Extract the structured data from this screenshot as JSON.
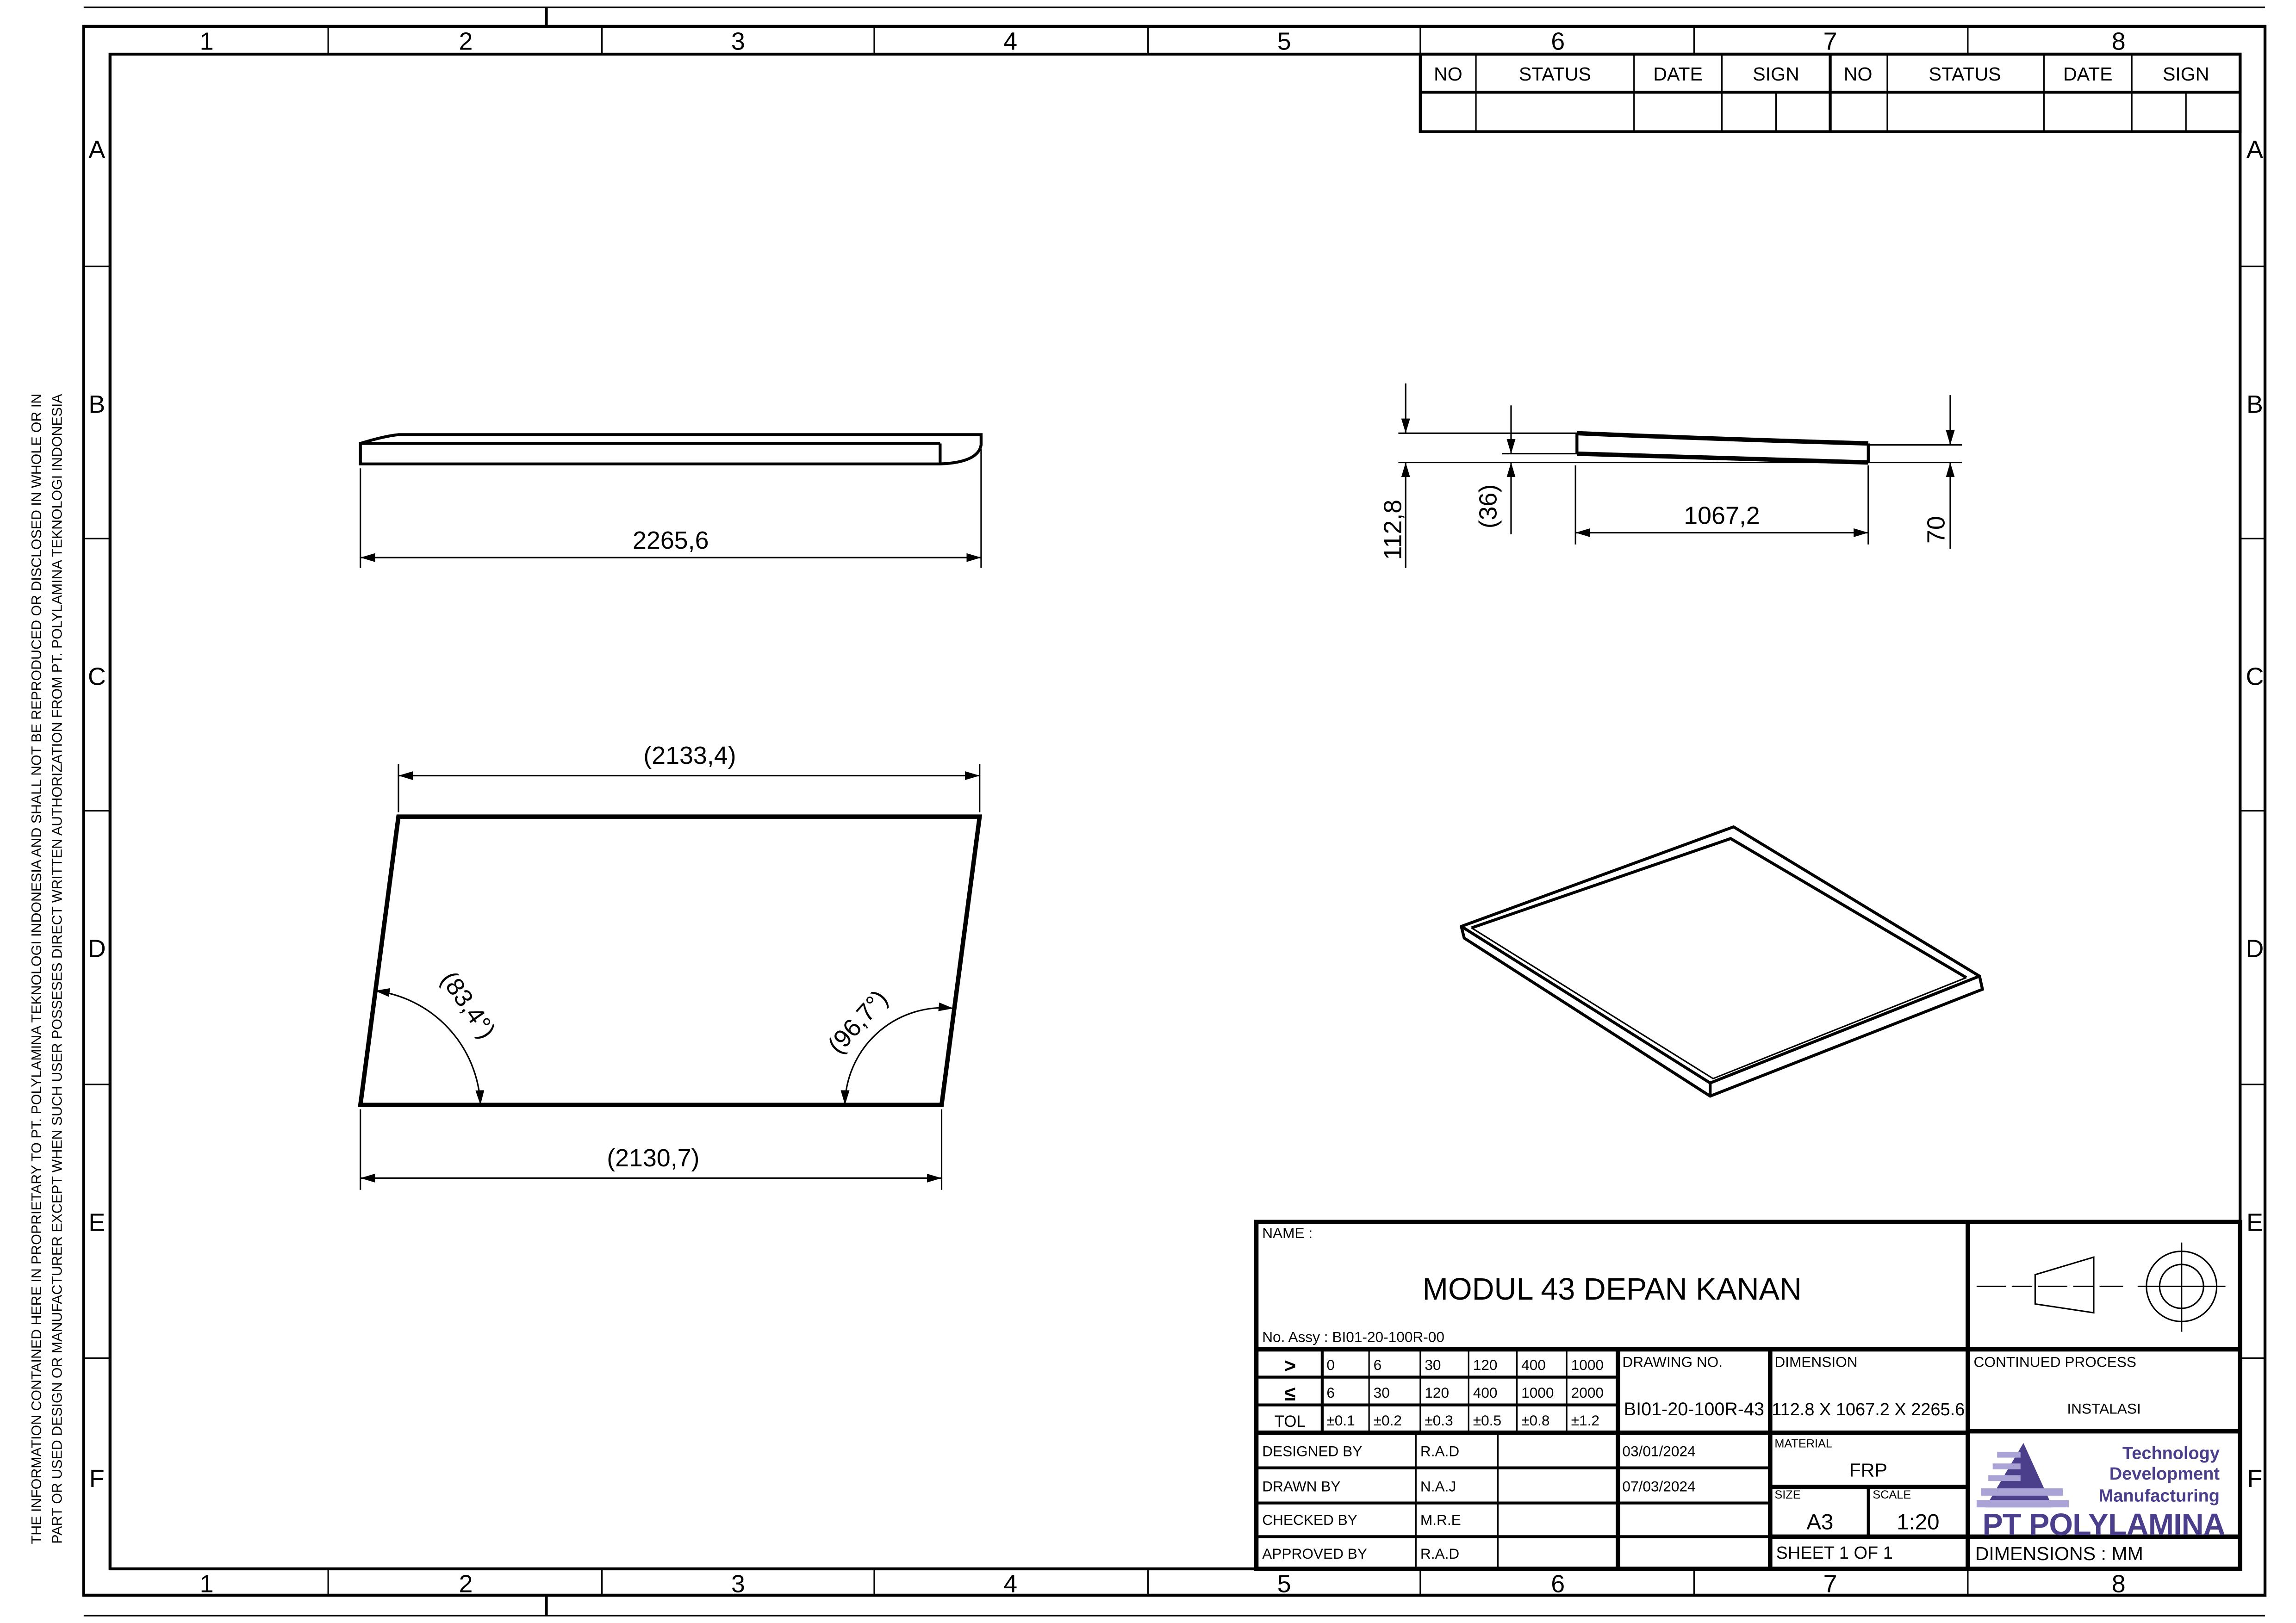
{
  "sheet": {
    "zone_columns": [
      "1",
      "2",
      "3",
      "4",
      "5",
      "6",
      "7",
      "8"
    ],
    "zone_rows": [
      "A",
      "B",
      "C",
      "D",
      "E",
      "F"
    ],
    "disclaimer_line1": "THE INFORMATION CONTAINED HERE IN PROPRIETARY TO PT. POLYLAMINA TEKNOLOGI INDONESIA AND SHALL NOT BE REPRODUCED OR DISCLOSED IN WHOLE OR IN",
    "disclaimer_line2": "PART OR USED DESIGN OR MANUFACTURER EXCEPT WHEN SUCH USER POSSESES DIRECT WRITTEN AUTHORIZATION FROM PT. POLYLAMINA TEKNOLOGI INDONESIA"
  },
  "revision_table": {
    "headers": [
      "NO",
      "STATUS",
      "DATE",
      "SIGN",
      "NO",
      "STATUS",
      "DATE",
      "SIGN"
    ]
  },
  "dimensions": {
    "side_length": "2265,6",
    "top_width": "(2133,4)",
    "bottom_width": "(2130,7)",
    "angle_left": "(83,4°)",
    "angle_right": "(96,7°)",
    "height_total": "112,8",
    "height_step": "(36)",
    "depth": "1067,2",
    "height_end": "70"
  },
  "title_block": {
    "name_label": "NAME :",
    "name": "MODUL 43 DEPAN KANAN",
    "assy": "No. Assy : BI01-20-100R-00",
    "tolerance": {
      "gt_symbol": ">",
      "le_symbol": "≤",
      "tol_label": "TOL",
      "gt": [
        "0",
        "6",
        "30",
        "120",
        "400",
        "1000"
      ],
      "le": [
        "6",
        "30",
        "120",
        "400",
        "1000",
        "2000"
      ],
      "tol": [
        "±0.1",
        "±0.2",
        "±0.3",
        "±0.5",
        "±0.8",
        "±1.2"
      ]
    },
    "drawing_no_label": "DRAWING NO.",
    "drawing_no": "BI01-20-100R-43",
    "dimension_label": "DIMENSION",
    "dimension": "112.8 X 1067.2 X 2265.6",
    "continued_process_label": "CONTINUED PROCESS",
    "continued_process": "INSTALASI",
    "signatures": [
      {
        "role": "DESIGNED BY",
        "initials": "R.A.D",
        "date": "03/01/2024"
      },
      {
        "role": "DRAWN BY",
        "initials": "N.A.J",
        "date": "07/03/2024"
      },
      {
        "role": "CHECKED BY",
        "initials": "M.R.E",
        "date": ""
      },
      {
        "role": "APPROVED BY",
        "initials": "R.A.D",
        "date": ""
      }
    ],
    "material_label": "MATERIAL",
    "material": "FRP",
    "size_label": "SIZE",
    "size": "A3",
    "scale_label": "SCALE",
    "scale": "1:20",
    "sheet": "SHEET 1 OF 1",
    "units": "DIMENSIONS : MM",
    "paper_size": "A3",
    "logo": {
      "line1": "Technology",
      "line2": "Development",
      "line3": "Manufacturing",
      "company": "PT POLYLAMINA",
      "color": "#4b3f8c",
      "accent": "#a9a3d6"
    }
  }
}
